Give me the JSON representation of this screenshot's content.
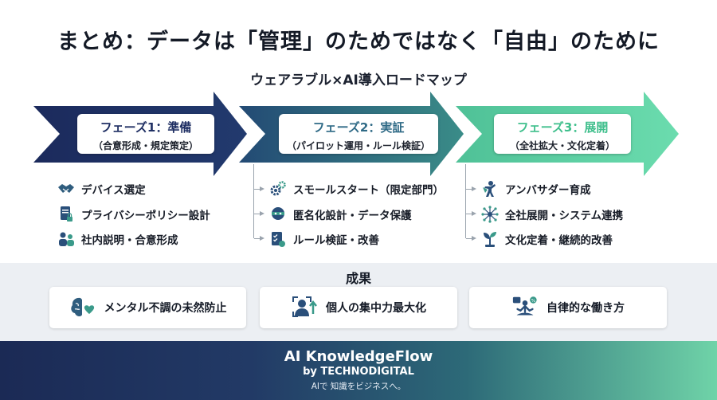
{
  "title": "まとめ：データは「管理」のためではなく「自由」のために",
  "subtitle": "ウェアラブル×AI導入ロードマップ",
  "colors": {
    "phase1": "#1f2f63",
    "phase2": "#2f6a86",
    "phase3": "#5fd6a2"
  },
  "phases": [
    {
      "name": "フェーズ1：準備",
      "sub": "（合意形成・規定策定）",
      "items": [
        {
          "label": "デバイス選定",
          "icon": "handshake-icon"
        },
        {
          "label": "プライバシーポリシー設計",
          "icon": "document-lock-icon"
        },
        {
          "label": "社内説明・合意形成",
          "icon": "people-icon"
        }
      ]
    },
    {
      "name": "フェーズ2：実証",
      "sub": "（パイロット運用・ルール検証）",
      "items": [
        {
          "label": "スモールスタート（限定部門）",
          "icon": "gears-icon"
        },
        {
          "label": "匿名化設計・データ保護",
          "icon": "mask-icon"
        },
        {
          "label": "ルール検証・改善",
          "icon": "checklist-icon"
        }
      ]
    },
    {
      "name": "フェーズ3：展開",
      "sub": "（全社拡大・文化定着）",
      "items": [
        {
          "label": "アンバサダー育成",
          "icon": "ambassador-icon"
        },
        {
          "label": "全社展開・システム連携",
          "icon": "network-icon"
        },
        {
          "label": "文化定着・継続的改善",
          "icon": "sprout-icon"
        }
      ]
    }
  ],
  "results": {
    "title": "成果",
    "cards": [
      {
        "label": "メンタル不調の未然防止",
        "icon": "brain-heart-icon"
      },
      {
        "label": "個人の集中力最大化",
        "icon": "focus-person-icon"
      },
      {
        "label": "自律的な働き方",
        "icon": "meditation-icon"
      }
    ]
  },
  "footer": {
    "brand": "AI KnowledgeFlow",
    "by": "by TECHNODIGITAL",
    "tagline": "AIで 知識をビジネスへ。"
  }
}
